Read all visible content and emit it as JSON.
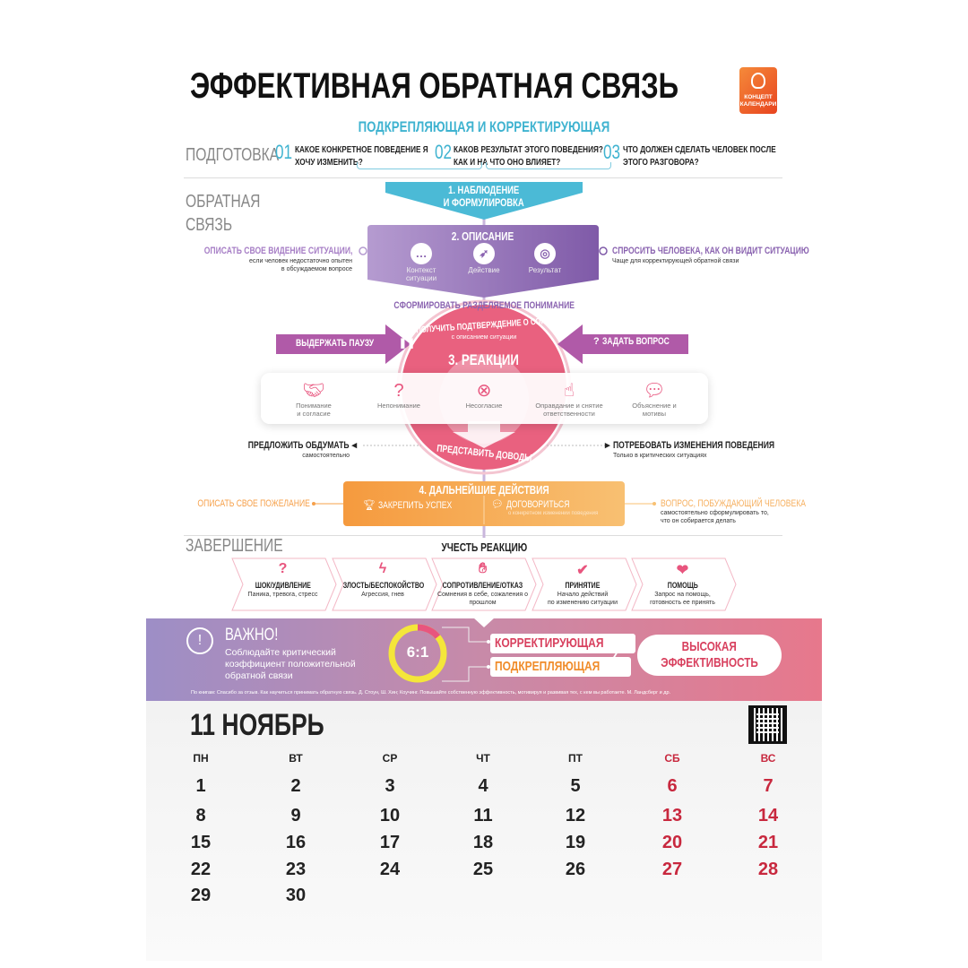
{
  "title": "ЭФФЕКТИВНАЯ ОБРАТНАЯ СВЯЗЬ",
  "logo": {
    "line1": "КОНЦЕПТ",
    "line2": "КАЛЕНДАРИ"
  },
  "subtitle": "ПОДКРЕПЛЯЮЩАЯ И КОРРЕКТИРУЮЩАЯ",
  "sections": {
    "prep": "ПОДГОТОВКА",
    "feedback1": "ОБРАТНАЯ",
    "feedback2": "СВЯЗЬ",
    "finish": "ЗАВЕРШЕНИЕ"
  },
  "questions": [
    {
      "num": "01",
      "l1": "КАКОЕ КОНКРЕТНОЕ ПОВЕДЕНИЕ Я",
      "l2": "ХОЧУ ИЗМЕНИТЬ?"
    },
    {
      "num": "02",
      "l1": "КАКОВ РЕЗУЛЬТАТ ЭТОГО ПОВЕДЕНИЯ?",
      "l2": "КАК И НА ЧТО ОНО ВЛИЯЕТ?"
    },
    {
      "num": "03",
      "l1": "ЧТО ДОЛЖЕН СДЕЛАТЬ ЧЕЛОВЕК ПОСЛЕ",
      "l2": "ЭТОГО РАЗГОВОРА?"
    }
  ],
  "step1": {
    "l1": "1. НАБЛЮДЕНИЕ",
    "l2": "И ФОРМУЛИРОВКА"
  },
  "step2": {
    "title": "2. ОПИСАНИЕ",
    "items": [
      {
        "l1": "Контекст",
        "l2": "ситуации",
        "icon": "chat-bubble-icon"
      },
      {
        "l1": "Действие",
        "l2": "",
        "icon": "rocket-icon"
      },
      {
        "l1": "Результат",
        "l2": "",
        "icon": "target-icon"
      }
    ],
    "left": {
      "title": "ОПИСАТЬ СВОЕ ВИДЕНИЕ СИТУАЦИИ,",
      "s1": "если человек недостаточно опытен",
      "s2": "в обсуждаемом вопросе"
    },
    "right": {
      "title": "СПРОСИТЬ ЧЕЛОВЕКА, КАК ОН ВИДИТ СИТУАЦИЮ",
      "s1": "Чаще для корректирующей обратной связи"
    }
  },
  "shared": "СФОРМИРОВАТЬ РАЗДЕЛЯЕМОЕ ПОНИМАНИЕ",
  "step3": {
    "arc_top": "ПОЛУЧИТЬ ПОДТВЕРЖДЕНИЕ О СОГЛАСИИ",
    "arc_sub": "с описанием ситуации",
    "title": "3. РЕАКЦИИ",
    "arc_bottom": "ПРЕДСТАВИТЬ ДОВОДЫ",
    "pause": "ВЫДЕРЖАТЬ ПАУЗУ",
    "ask": "ЗАДАТЬ ВОПРОС",
    "reactions": [
      {
        "l1": "Понимание",
        "l2": "и согласие",
        "icon": "handshake-icon"
      },
      {
        "l1": "Непонимание",
        "l2": "",
        "icon": "head-question-icon"
      },
      {
        "l1": "Несогласие",
        "l2": "",
        "icon": "x-circle-icon"
      },
      {
        "l1": "Оправдание и снятие",
        "l2": "ответственности",
        "icon": "pointing-hand-icon"
      },
      {
        "l1": "Объяснение и",
        "l2": "мотивы",
        "icon": "speech-bubbles-icon"
      }
    ],
    "left": {
      "title": "ПРЕДЛОЖИТЬ ОБДУМАТЬ",
      "sub": "самостоятельно"
    },
    "right": {
      "title": "ПОТРЕБОВАТЬ ИЗМЕНЕНИЯ  ПОВЕДЕНИЯ",
      "sub": "Только в критических ситуациях"
    }
  },
  "step4": {
    "title": "4. ДАЛЬНЕЙШИЕ ДЕЙСТВИЯ",
    "a": "ЗАКРЕПИТЬ УСПЕХ",
    "b": "ДОГОВОРИТЬСЯ",
    "b_sub": "о конкретном изменении поведения",
    "left": "ОПИСАТЬ СВОЕ ПОЖЕЛАНИЕ",
    "right": {
      "title": "ВОПРОС, ПОБУЖДАЮЩИЙ ЧЕЛОВЕКА",
      "s1": "самостоятельно сформулировать то,",
      "s2": "что он собирается делать"
    }
  },
  "finish": {
    "title": "УЧЕСТЬ РЕАКЦИЮ",
    "items": [
      {
        "icon": "question-icon",
        "title": "ШОК/УДИВЛЕНИЕ",
        "s1": "Паника, тревога, стресс",
        "s2": ""
      },
      {
        "icon": "lightning-icon",
        "title": "ЗЛОСТЬ/БЕСПОКОЙСТВО",
        "s1": "Агрессия, гнев",
        "s2": ""
      },
      {
        "icon": "stop-hand-icon",
        "title": "СОПРОТИВЛЕНИЕ/ОТКАЗ",
        "s1": "Сомнения в себе, сожаления о",
        "s2": "прошлом"
      },
      {
        "icon": "head-check-icon",
        "title": "ПРИНЯТИЕ",
        "s1": "Начало действий",
        "s2": "по изменению ситуации"
      },
      {
        "icon": "helping-hands-icon",
        "title": "ПОМОЩЬ",
        "s1": "Запрос на помощь,",
        "s2": "готовность  ее принять"
      }
    ]
  },
  "banner": {
    "title": "ВАЖНО!",
    "l1": "Соблюдайте критический",
    "l2": "коэффициент положительной",
    "l3": "обратной связи",
    "ratio": "6:1",
    "ratio_fraction": 0.14,
    "corr": "КОРРЕКТИРУЮЩАЯ",
    "supp": "ПОДКРЕПЛЯЮЩАЯ",
    "result1": "ВЫСОКАЯ",
    "result2": "ЭФФЕКТИВНОСТЬ",
    "source": "По книгам: Спасибо за отзыв. Как научиться принимать обратную связь. Д. Стоун, Ш. Хин; Коучинг. Повышайте собственную эффективность, мотивируя и развивая тех, с кем вы работаете. М. Ландсберг и др."
  },
  "colors": {
    "teal": "#3fb3d0",
    "purple": "#8a63b0",
    "pink": "#e8557e",
    "orange": "#f6a04a",
    "red": "#c8283e"
  },
  "calendar": {
    "month_num": "11",
    "month": "НОЯБРЬ",
    "weekdays": [
      "ПН",
      "ВТ",
      "СР",
      "ЧТ",
      "ПТ",
      "СБ",
      "ВС"
    ],
    "weeks": [
      [
        "1",
        "2",
        "3",
        "4",
        "5",
        "6",
        "7"
      ],
      [
        "8",
        "9",
        "10",
        "11",
        "12",
        "13",
        "14"
      ],
      [
        "15",
        "16",
        "17",
        "18",
        "19",
        "20",
        "21"
      ],
      [
        "22",
        "23",
        "24",
        "25",
        "26",
        "27",
        "28"
      ],
      [
        "29",
        "30",
        "",
        "",
        "",
        "",
        ""
      ]
    ]
  }
}
